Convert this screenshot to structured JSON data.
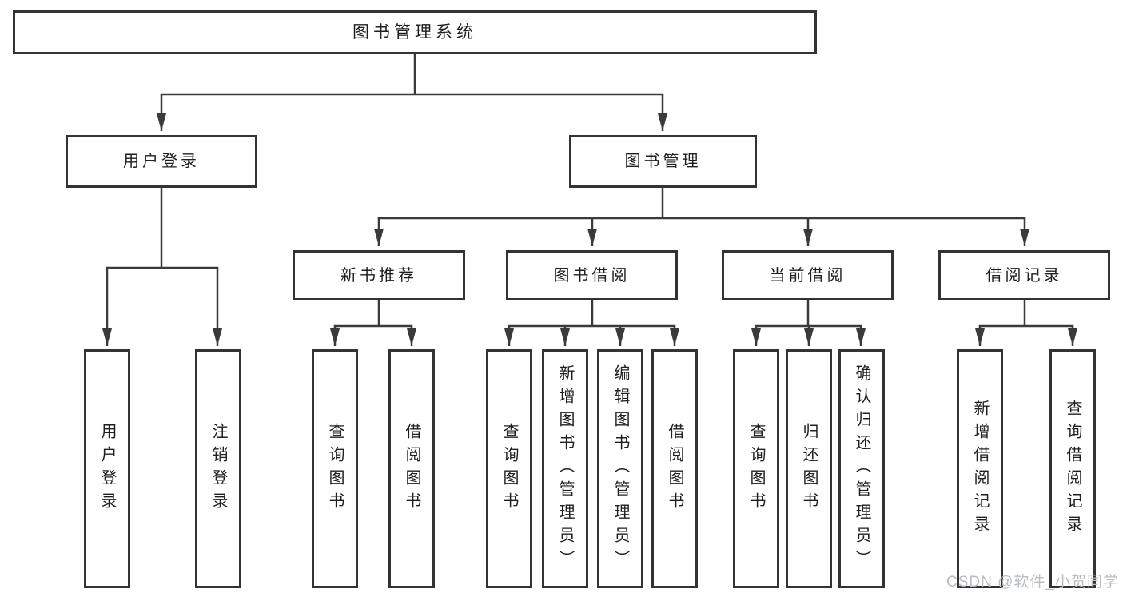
{
  "diagram": {
    "type": "hierarchy-tree",
    "nodes": {
      "root": "图书管理系统",
      "user_login": "用户登录",
      "book_mgmt": "图书管理",
      "new_book_rec": "新书推荐",
      "book_borrow": "图书借阅",
      "current_borrow": "当前借阅",
      "borrow_records": "借阅记录",
      "leaf_user_login": "用户登录",
      "leaf_logout": "注销登录",
      "leaf_nb_query": "查询图书",
      "leaf_nb_borrow": "借阅图书",
      "leaf_bb_query": "查询图书",
      "leaf_bb_add": "新增图书（管理员）",
      "leaf_bb_edit": "编辑图书（管理员）",
      "leaf_bb_borrow": "借阅图书",
      "leaf_cb_query": "查询图书",
      "leaf_cb_return": "归还图书",
      "leaf_cb_confirm": "确认归还（管理员）",
      "leaf_br_add": "新增借阅记录",
      "leaf_br_query": "查询借阅记录"
    },
    "structure": {
      "图书管理系统": {
        "用户登录": [
          "用户登录",
          "注销登录"
        ],
        "图书管理": {
          "新书推荐": [
            "查询图书",
            "借阅图书"
          ],
          "图书借阅": [
            "查询图书",
            "新增图书（管理员）",
            "编辑图书（管理员）",
            "借阅图书"
          ],
          "当前借阅": [
            "查询图书",
            "归还图书",
            "确认归还（管理员）"
          ],
          "借阅记录": [
            "新增借阅记录",
            "查询借阅记录"
          ]
        }
      }
    },
    "watermark": "CSDN @软件_小贺同学",
    "colors": {
      "background": "#ffffff",
      "line": "#3a3a3a",
      "box_border": "#333333",
      "text": "#1f1f1f",
      "watermark": "#b9bdc4"
    }
  }
}
